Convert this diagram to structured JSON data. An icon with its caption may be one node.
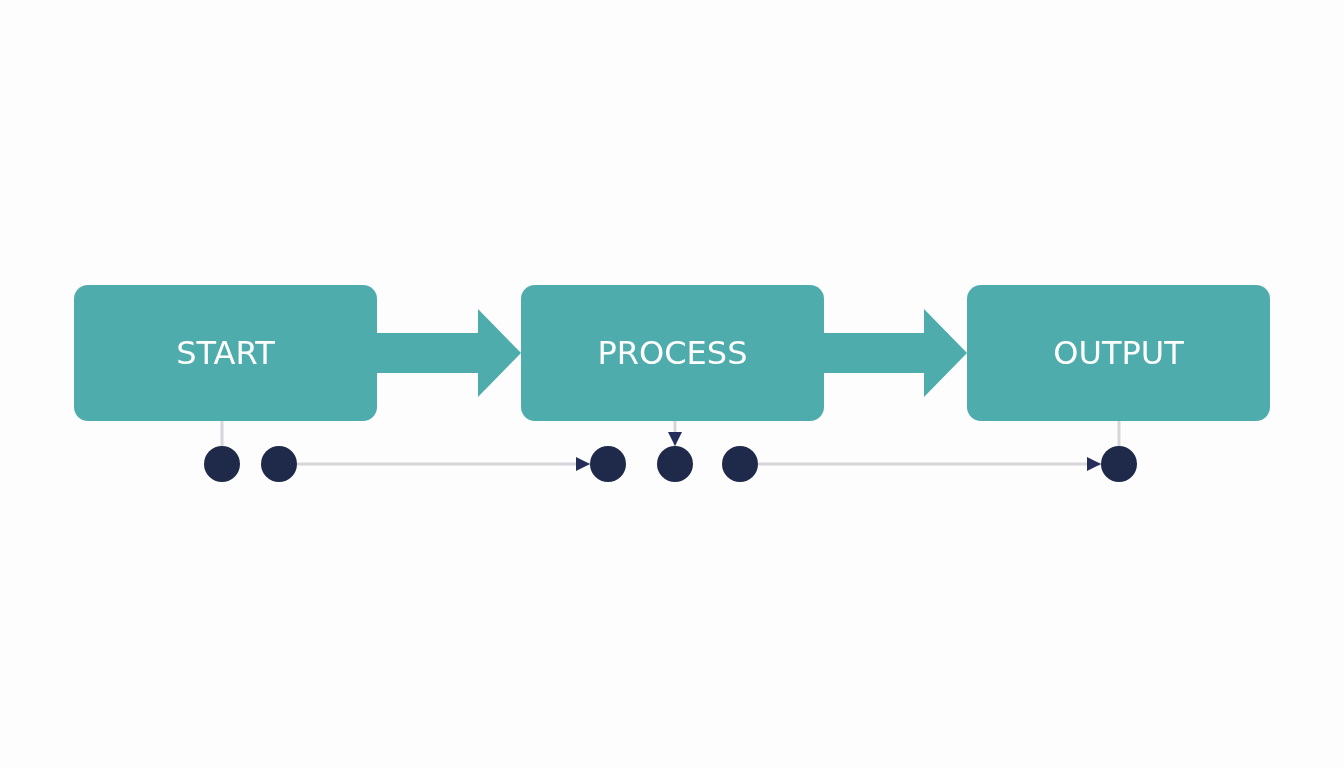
{
  "diagram": {
    "nodes": [
      {
        "text": [
          "START"
        ]
      },
      {
        "text": [
          "PROCESS"
        ]
      },
      {
        "text": [
          "OUTPUT"
        ]
      },
      {
        "text": [],
        "shape": "circle"
      },
      {
        "text": [],
        "shape": "circle"
      },
      {
        "text": [],
        "shape": "circle"
      },
      {
        "text": [],
        "shape": "circle"
      },
      {
        "text": [],
        "shape": "circle"
      },
      {
        "text": [],
        "shape": "circle"
      }
    ],
    "edges": [
      {
        "from": 0,
        "to": 1,
        "arrow": "to",
        "style": "thick",
        "color": "#4eadac"
      },
      {
        "from": 1,
        "to": 2,
        "arrow": "to",
        "style": "thick",
        "color": "#4eadac"
      },
      {
        "from": 0,
        "to": 3,
        "arrow": "none"
      },
      {
        "from": 4,
        "to": 5,
        "arrow": "to"
      },
      {
        "from": 1,
        "to": 6,
        "arrow": "to"
      },
      {
        "from": 7,
        "to": 8,
        "arrow": "to"
      },
      {
        "from": 2,
        "to": 8,
        "arrow": "none"
      }
    ]
  }
}
